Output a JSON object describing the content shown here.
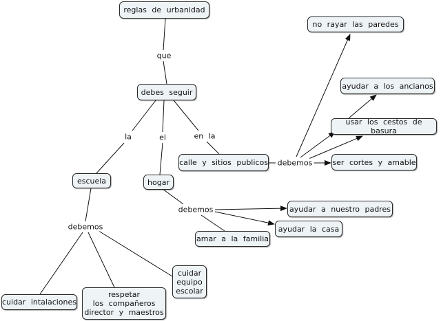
{
  "concept_map": {
    "nodes": {
      "reglas": "reglas   de   urbanidad",
      "debes_seguir": "debes   seguir",
      "escuela": "escuela",
      "hogar": "hogar",
      "calle": "calle  y  sitios  publicos",
      "no_rayar": "no   rayar  las    paredes",
      "ayudar_ancianos": "ayudar  a  los  ancianos",
      "usar_cestos": "usar  los  cestos  de  basura",
      "ser_cortes": "ser  cortes  y  amable",
      "ayudar_padres": "ayudar  a  nuestro  padres",
      "ayudar_casa": "ayudar  la  casa",
      "amar_familia": "amar  a  la  familia",
      "cuidar_equipo": "cuidar\nequipo\nescolar",
      "cuidar_inst": "cuidar  intalaciones",
      "respetar": "respetar\nlos  compañeros\ndirector  y  maestros"
    },
    "links": {
      "que": "que",
      "la": "la",
      "el": "el",
      "en_la": "en   la",
      "debemos_calle": "debemos",
      "debemos_hogar": "debemos",
      "debemos_escuela": "debemos"
    }
  }
}
